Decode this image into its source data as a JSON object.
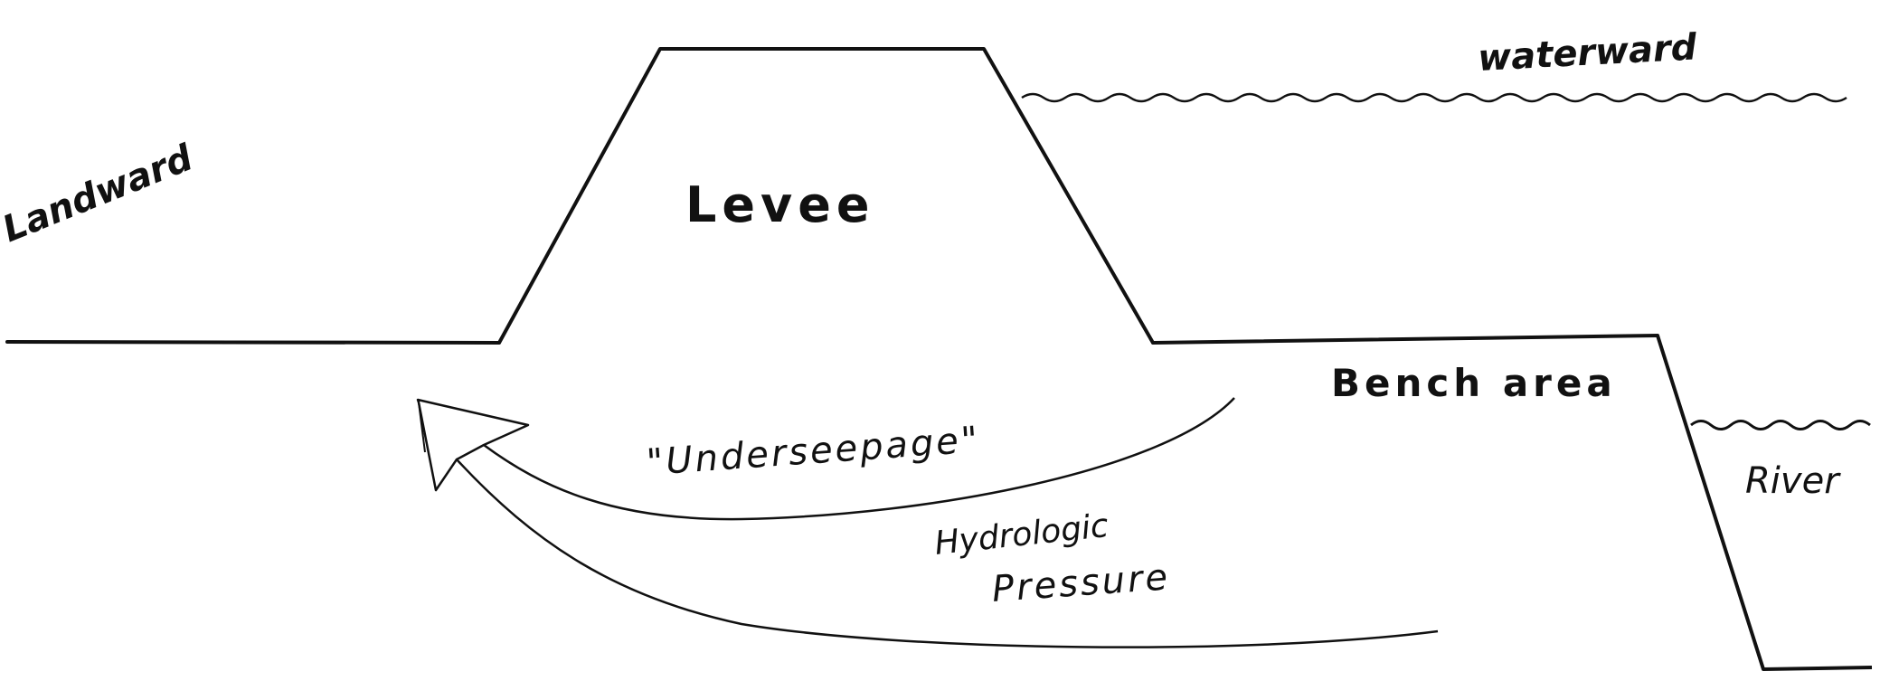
{
  "labels": {
    "landward": "Landward",
    "waterward": "waterward",
    "levee": "Levee",
    "bench_area": "Bench area",
    "river": "River",
    "underseepage": "\"Underseepage\"",
    "hydrologic": "Hydrologic",
    "pressure": "Pressure"
  },
  "colors": {
    "ink": "#111111",
    "background": "#ffffff"
  }
}
